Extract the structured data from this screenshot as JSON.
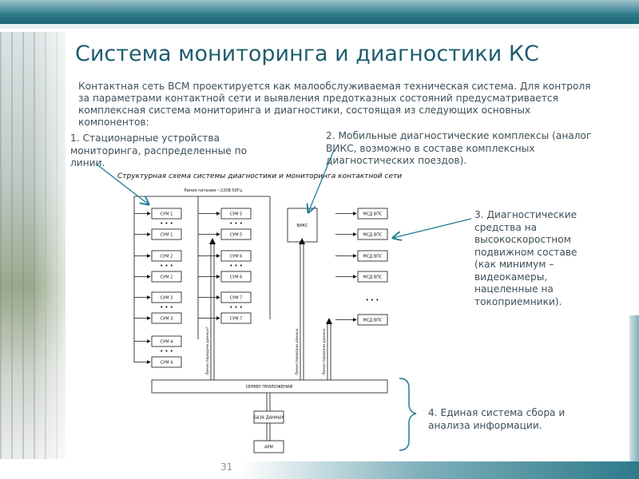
{
  "slide": {
    "title": "Система мониторинга и диагностики КС",
    "intro": "Контактная сеть ВСМ проектируется как малообслуживаемая техническая система. Для контроля за параметрами контактной сети и выявления предотказных состояний предусматривается комплексная система мониторинга и диагностики, состоящая из следующих основных компонентов:",
    "page_number": "31",
    "accent_color": "#1f5d6e",
    "arrow_color": "#1f7f93"
  },
  "notes": [
    {
      "text": "1. Стационарные устройства мониторинга, распределенные по линии."
    },
    {
      "text": "2. Мобильные диагностические комплексы (аналог ВИКС, возможно в составе комплексных диагностических поездов)."
    },
    {
      "text": "3. Диагностические средства на высокоскоростном подвижном составе (как минимум – видеокамеры, нацеленные на токоприемники)."
    },
    {
      "text": "4. Единая система сбора и анализа информации."
    }
  ],
  "diagram": {
    "title": "Структурная схема системы диагностики и мониторинга контактной сети",
    "power_line_label": "Линия питания ~220В 50Гц",
    "svm_left": [
      "СУМ 1",
      "СУМ 1",
      "СУМ 2",
      "СУМ 2",
      "СУМ 3",
      "СУМ 3",
      "СУМ 4",
      "СУМ 4"
    ],
    "svm_right": [
      "СУМ 5",
      "СУМ 5",
      "СУМ 6",
      "СУМ 6",
      "СУМ 7",
      "СУМ 7"
    ],
    "viks_label": "ВИКС",
    "msd_labels": [
      "МСД ВПС",
      "МСД ВПС",
      "МСД ВПС",
      "МСД ВПС",
      "МСД ВПС"
    ],
    "dots": "• • •",
    "vertical_label_1": "Линия передачи данных*",
    "vertical_label_2": "Линия передачи данных",
    "vertical_label_3": "Линия передачи данных",
    "server_label": "СЕРВЕР ПРИЛОЖЕНИЙ",
    "db_label": "БАЗА ДАННЫХ",
    "arm_label": "АРМ"
  }
}
